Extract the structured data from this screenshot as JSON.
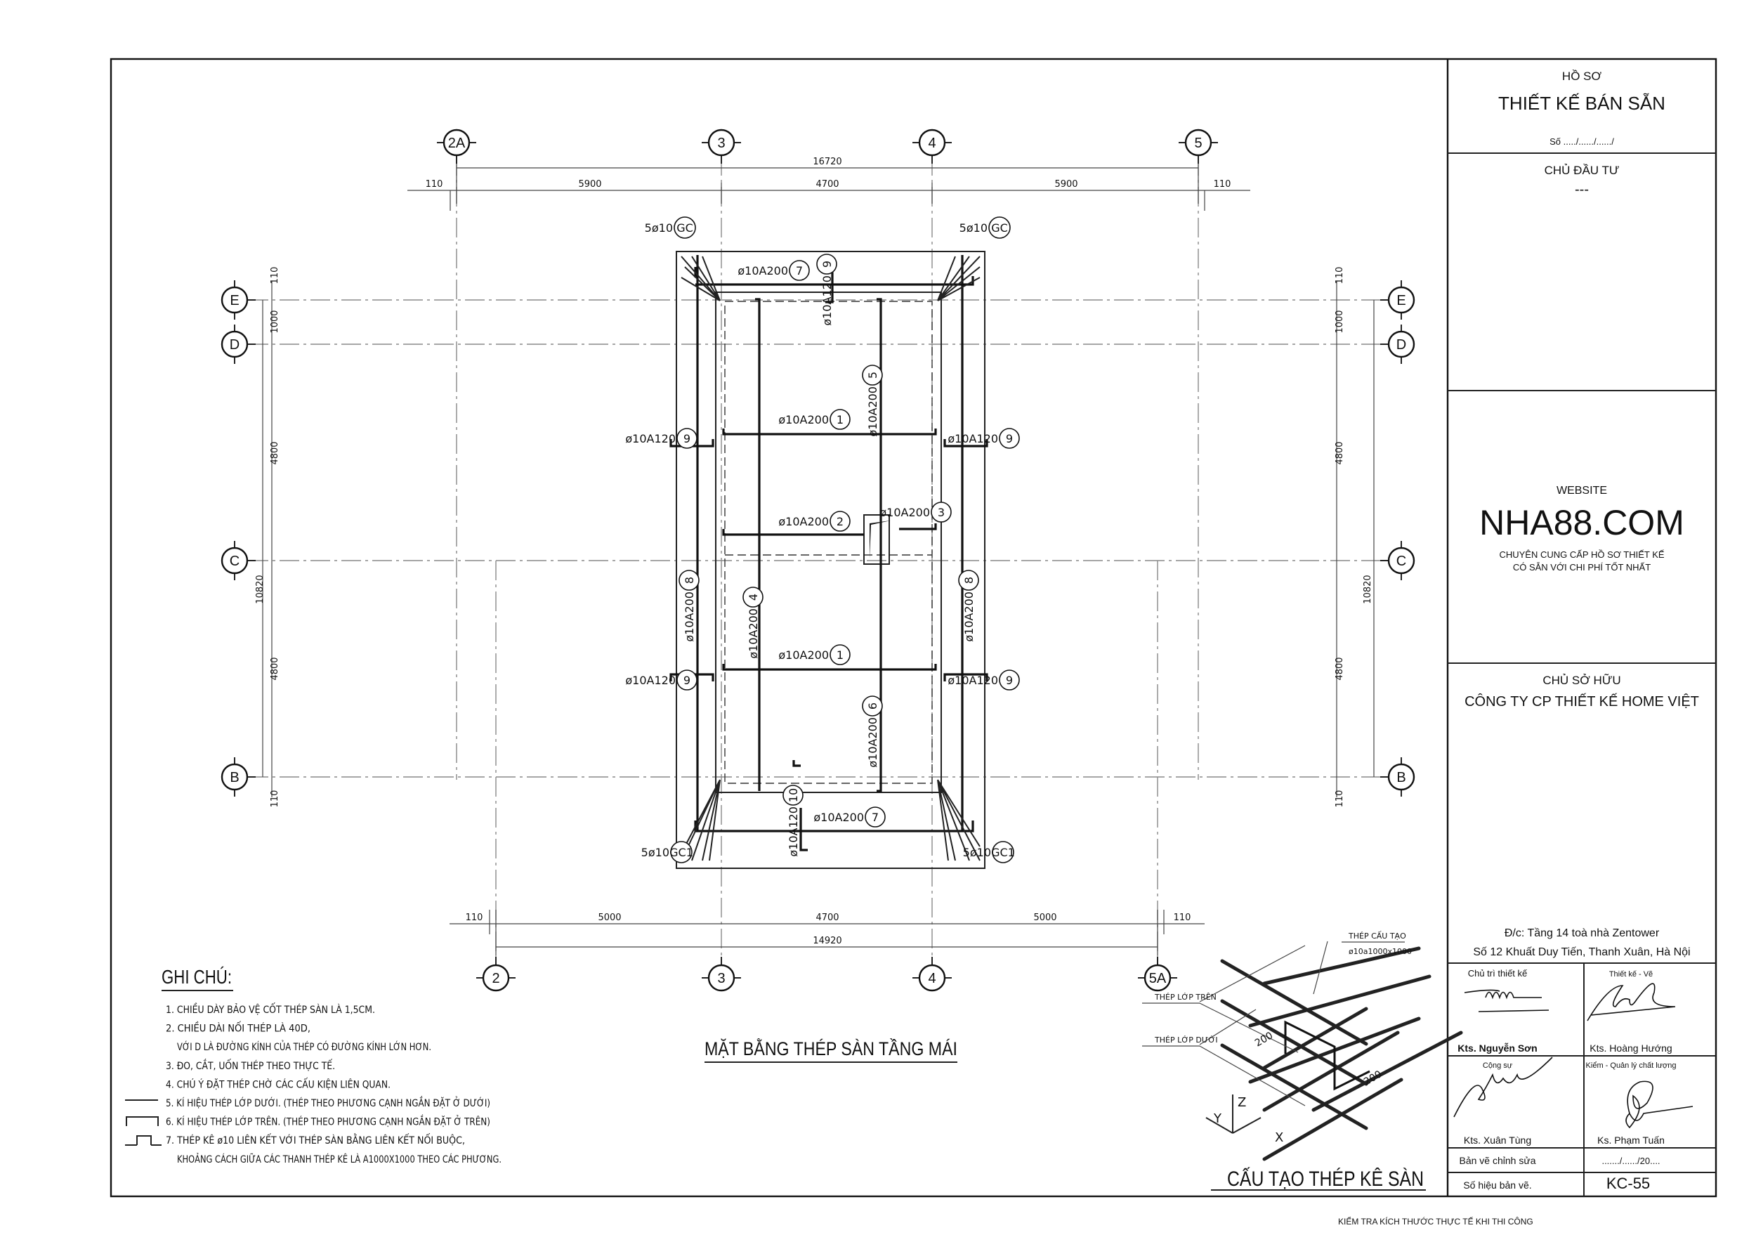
{
  "title_block": {
    "ho_so": "HỒ SƠ",
    "title": "THIẾT KẾ BÁN SẴN",
    "so": "Số ...../....../....../",
    "chu_dau_tu_label": "CHỦ ĐẦU TƯ",
    "chu_dau_tu_value": "---",
    "website_label": "WEBSITE",
    "website": "NHA88.COM",
    "tagline1": "CHUYÊN CUNG CẤP HỒ SƠ THIẾT KẾ",
    "tagline2": "CÓ SẴN VỚI CHI PHÍ TỐT NHẤT",
    "chu_so_huu_label": "CHỦ SỞ HỮU",
    "owner": "CÔNG TY CP THIẾT KẾ HOME VIỆT",
    "address1": "Đ/c: Tầng 14 toà nhà Zentower",
    "address2": "Số 12 Khuất Duy Tiến, Thanh Xuân, Hà Nội",
    "roles": [
      {
        "role": "Chủ trì thiết kế",
        "name": "Kts. Nguyễn Sơn"
      },
      {
        "role": "Thiết kế - Vẽ",
        "name": "Kts. Hoàng Hướng"
      },
      {
        "role": "Cộng sự",
        "name": "Kts. Xuân Tùng"
      },
      {
        "role": "Kiểm - Quản lý chất lượng",
        "name": "Ks. Phạm Tuấn"
      }
    ],
    "revision_label": "Bản vẽ chỉnh sửa",
    "revision_value": "......./....../20....",
    "drawing_no_label": "Số hiệu bản vẽ.",
    "drawing_no": "KC-55"
  },
  "plan": {
    "title": "MẶT BẰNG THÉP SÀN TẦNG MÁI",
    "grid_top": [
      "2A",
      "3",
      "4",
      "5"
    ],
    "grid_bottom": [
      "2",
      "3",
      "4",
      "5A"
    ],
    "grid_rows": [
      "E",
      "D",
      "C",
      "B"
    ],
    "dims_top": {
      "total": "16720",
      "segments": [
        "110",
        "5900",
        "4700",
        "5900",
        "110"
      ]
    },
    "dims_bottom": {
      "total": "14920",
      "segments": [
        "110",
        "5000",
        "4700",
        "5000",
        "110"
      ]
    },
    "dims_side": {
      "total": "10820",
      "segments": [
        "110",
        "1000",
        "4800",
        "4800",
        "110"
      ]
    },
    "corner_bars": [
      {
        "text": "5ø10",
        "mark": "GC"
      },
      {
        "text": "5ø10",
        "mark": "GC"
      },
      {
        "text": "5ø10",
        "mark": "GC1"
      },
      {
        "text": "5ø10",
        "mark": "GC1"
      }
    ],
    "rebars": [
      {
        "text": "ø10A200",
        "mark": "7"
      },
      {
        "text": "ø10A200",
        "mark": "7"
      },
      {
        "text": "ø10A120",
        "mark": "9"
      },
      {
        "text": "ø10A120",
        "mark": "10"
      },
      {
        "text": "ø10A200",
        "mark": "1"
      },
      {
        "text": "ø10A200",
        "mark": "1"
      },
      {
        "text": "ø10A200",
        "mark": "2"
      },
      {
        "text": "ø10A200",
        "mark": "3"
      },
      {
        "text": "ø10A200",
        "mark": "5"
      },
      {
        "text": "ø10A200",
        "mark": "4"
      },
      {
        "text": "ø10A200",
        "mark": "6"
      },
      {
        "text": "ø10A120",
        "mark": "9"
      },
      {
        "text": "ø10A120",
        "mark": "9"
      },
      {
        "text": "ø10A120",
        "mark": "9"
      },
      {
        "text": "ø10A120",
        "mark": "9"
      },
      {
        "text": "ø10A200",
        "mark": "8"
      },
      {
        "text": "ø10A200",
        "mark": "8"
      }
    ]
  },
  "notes": {
    "title": "GHI CHÚ:",
    "items": [
      "1. CHIỀU DÀY BẢO VỆ CỐT THÉP SÀN LÀ 1,5CM.",
      "2. CHIỀU DÀI NỐI THÉP LÀ 40D,",
      "VỚI D LÀ ĐƯỜNG KÍNH CỦA THÉP CÓ ĐƯỜNG KÍNH LỚN HƠN.",
      "3. ĐO, CẮT, UỐN THÉP THEO THỰC TẾ.",
      "4. CHÚ Ý ĐẶT THÉP CHỜ CÁC CẤU KIỆN LIÊN QUAN.",
      "5. KÍ HIỆU THÉP LỚP DƯỚI. (THÉP THEO PHƯƠNG CẠNH NGẮN ĐẶT Ở DƯỚI)",
      "6. KÍ HIỆU THÉP LỚP TRÊN. (THÉP THEO PHƯƠNG CẠNH NGẮN ĐẶT Ở TRÊN)",
      "7. THÉP KÊ ø10 LIÊN KẾT VỚI THÉP SÀN BẰNG LIÊN KẾT NỐI BUỘC,",
      "KHOẢNG CÁCH GIỮA CÁC THANH THÉP KÊ LÀ A1000X1000 THEO CÁC PHƯƠNG."
    ]
  },
  "detail": {
    "title": "CẤU TẠO THÉP KÊ SÀN",
    "label_cau_tao": "THÉP CẤU TẠO",
    "label_spec": "ø10a1000x1000",
    "label_top": "THÉP LỚP TRÊN",
    "label_bottom": "THÉP LỚP DƯỚI",
    "dim1": "200",
    "dim2": "200",
    "axis_x": "X",
    "axis_y": "Y",
    "axis_z": "Z"
  },
  "footer_note": "KIỂM TRA KÍCH THƯỚC THỰC TẾ KHI THI CÔNG"
}
